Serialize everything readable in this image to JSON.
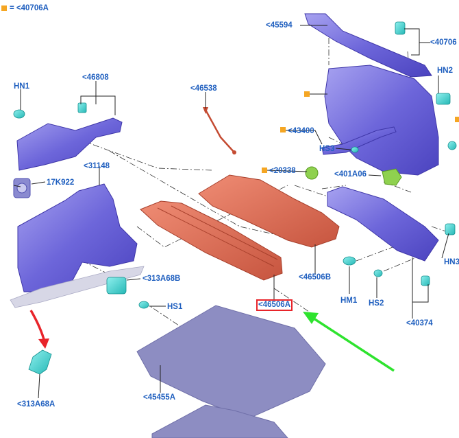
{
  "legend": {
    "text": "= <40706A",
    "color": "#f5a623"
  },
  "labels": {
    "p45594": "<45594",
    "p40706": "<40706",
    "hn1": "HN1",
    "p46808": "<46808",
    "p46538": "<46538",
    "hn2": "HN2",
    "p43400": "<43400",
    "hs3": "HS3",
    "p20338": "<20338",
    "p401a06": "<401A06",
    "p31148": "<31148",
    "p17k922": "17K922",
    "p313a68b": "<313A68B",
    "hs1": "HS1",
    "p46506b": "<46506B",
    "p46506a": "<46506A",
    "hm1": "HM1",
    "hs2": "HS2",
    "hn3": "HN3",
    "p40374": "<40374",
    "p45455a": "<45455A",
    "p313a68a": "<313A68A"
  },
  "colors": {
    "trim_purple": "#6b63d8",
    "trim_purple_light": "#9c97ee",
    "shelf_orange": "#d8674f",
    "fastener_cyan": "#3fd1cf",
    "clip_green": "#8fd14f",
    "mat_grey": "#8d8dc2",
    "arrow_green": "#2ee32e",
    "arrow_red": "#e8242a",
    "label_blue": "#1f5fbf",
    "highlight_red": "#e8242a"
  },
  "icons": [
    "push-pin-fastener-icon",
    "clip-fastener-icon",
    "hook-bracket-icon",
    "plug-icon"
  ]
}
